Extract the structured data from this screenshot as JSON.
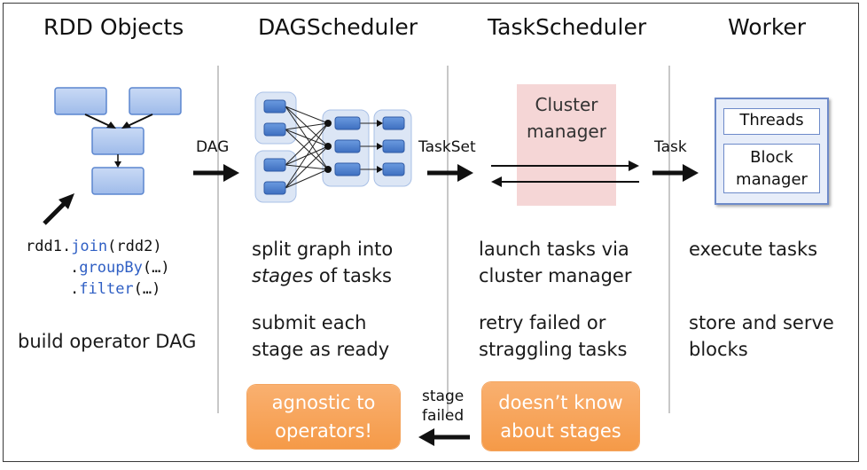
{
  "columns": [
    {
      "id": "rdd",
      "header": "RDD Objects"
    },
    {
      "id": "dag",
      "header": "DAGScheduler"
    },
    {
      "id": "task",
      "header": "TaskScheduler"
    },
    {
      "id": "worker",
      "header": "Worker"
    }
  ],
  "rdd": {
    "code_line1_prefix": "rdd1.",
    "code_line1_fn": "join",
    "code_line1_arg": "(rdd2)",
    "code_line2_prefix": ".",
    "code_line2_fn": "groupBy",
    "code_line2_arg": "(…)",
    "code_line3_prefix": ".",
    "code_line3_fn": "filter",
    "code_line3_arg": "(…)",
    "caption": "build operator DAG"
  },
  "dag": {
    "line1": "split graph into",
    "line2_em": "stages",
    "line2_rest": " of tasks",
    "line3": "submit each",
    "line4": "stage as ready",
    "note_line1": "agnostic to",
    "note_line2": "operators!"
  },
  "task": {
    "cluster_line1": "Cluster",
    "cluster_line2": "manager",
    "line1": "launch tasks via",
    "line2": "cluster manager",
    "line3": "retry failed or",
    "line4": "straggling tasks",
    "note_line1": "doesn’t know",
    "note_line2": "about stages"
  },
  "worker": {
    "threads": "Threads",
    "block_line1": "Block",
    "block_line2": "manager",
    "line1": "execute tasks",
    "line2": "store and serve",
    "line3": "blocks"
  },
  "arrows": {
    "dag": "DAG",
    "taskset": "TaskSet",
    "task": "Task",
    "stage_failed_line1": "stage",
    "stage_failed_line2": "failed"
  },
  "colors": {
    "node_fill": "#b3c9ef",
    "node_stroke": "#5b86cf",
    "stage_fill": "#dce6f5",
    "dag_node_fill": "#4a7fd0",
    "orange": "#f59a48",
    "cluster": "#f5d6d6",
    "divider": "#c8c8c8"
  }
}
